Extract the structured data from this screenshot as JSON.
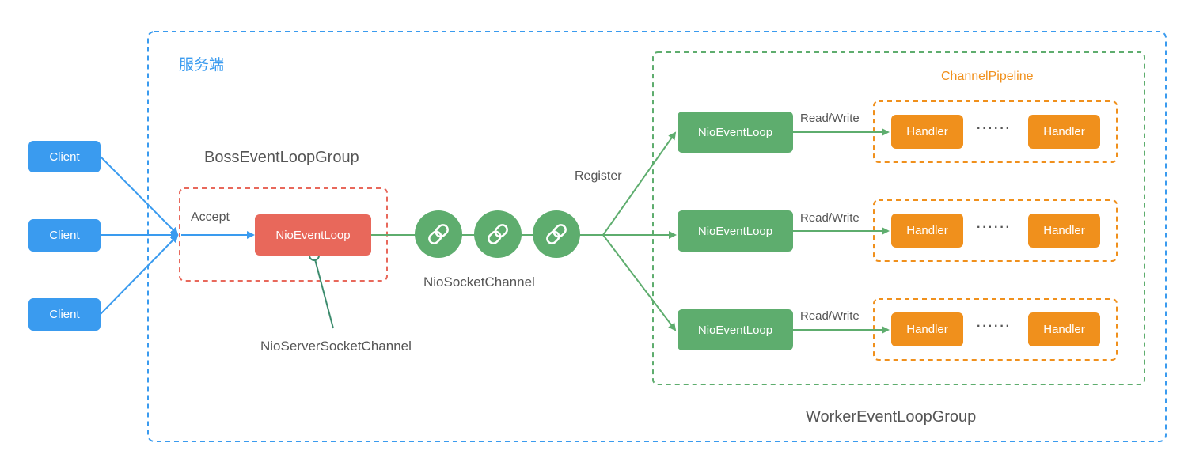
{
  "server": {
    "title": "服务端"
  },
  "boss": {
    "group_label": "BossEventLoopGroup",
    "accept_label": "Accept",
    "loop_label": "NioEventLoop",
    "server_channel_label": "NioServerSocketChannel"
  },
  "clients": [
    {
      "label": "Client"
    },
    {
      "label": "Client"
    },
    {
      "label": "Client"
    }
  ],
  "channels": {
    "label": "NioSocketChannel",
    "register_label": "Register"
  },
  "worker": {
    "group_label": "WorkerEventLoopGroup",
    "pipeline_label": "ChannelPipeline",
    "rows": [
      {
        "loop_label": "NioEventLoop",
        "rw_label": "Read/Write",
        "handler_first": "Handler",
        "dots": "······",
        "handler_last": "Handler"
      },
      {
        "loop_label": "NioEventLoop",
        "rw_label": "Read/Write",
        "handler_first": "Handler",
        "dots": "······",
        "handler_last": "Handler"
      },
      {
        "loop_label": "NioEventLoop",
        "rw_label": "Read/Write",
        "handler_first": "Handler",
        "dots": "······",
        "handler_last": "Handler"
      }
    ]
  },
  "colors": {
    "blue": "#3a9bef",
    "red": "#e8685b",
    "green": "#5ead6e",
    "orange": "#f0901c",
    "text": "#555555"
  }
}
